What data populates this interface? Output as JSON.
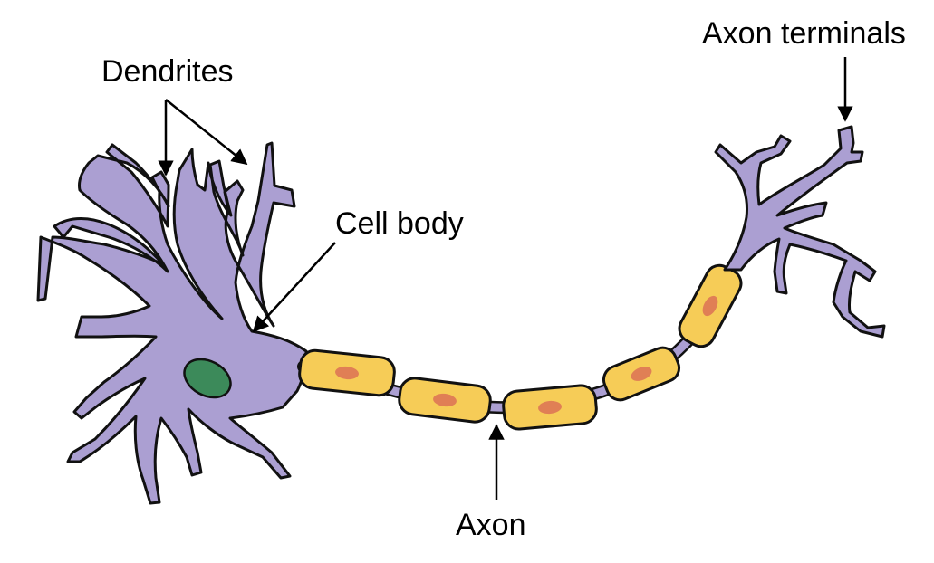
{
  "labels": {
    "dendrites": "Dendrites",
    "cell_body": "Cell body",
    "axon": "Axon",
    "axon_terminals": "Axon terminals"
  },
  "colors": {
    "neuron_body": "#ab9fd2",
    "outline": "#111111",
    "nucleus": "#3c8a5a",
    "myelin_sheath": "#f6cc57",
    "schwann_nucleus": "#e07f55",
    "label_text": "#000000",
    "arrow": "#000000",
    "background": "#ffffff"
  }
}
